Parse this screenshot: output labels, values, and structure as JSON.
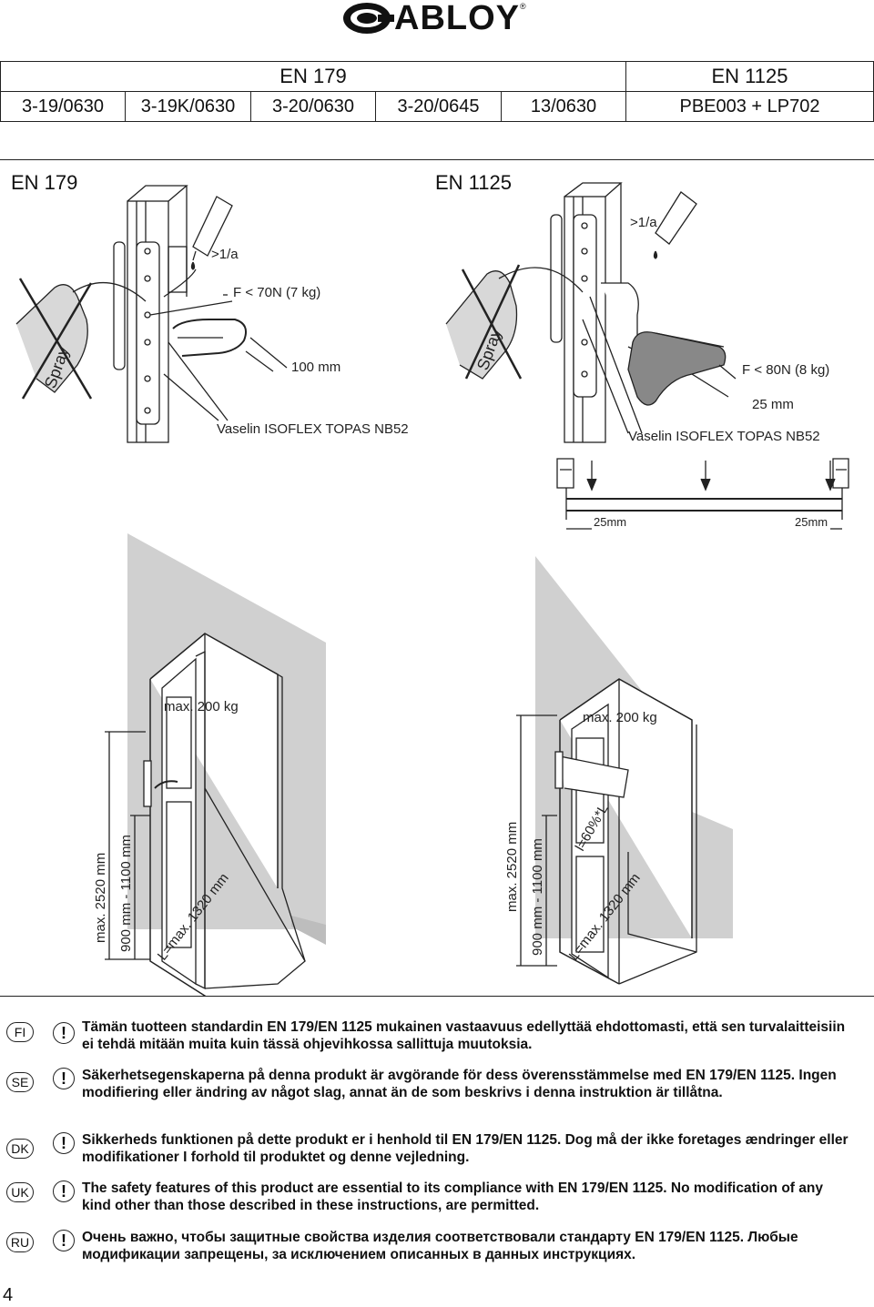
{
  "header": {
    "brand": "ABLOY",
    "reg_mark": "®"
  },
  "standards_table": {
    "groups": [
      "EN 179",
      "EN 1125"
    ],
    "models": [
      "3-19/0630",
      "3-19K/0630",
      "3-20/0630",
      "3-20/0645",
      "13/0630",
      "PBE003 + LP702"
    ]
  },
  "figure": {
    "left": {
      "title": "EN 179",
      "spray": "Spray",
      "interval": ">1/a",
      "force": "F < 70N (7 kg)",
      "distance": "100 mm",
      "lubricant": "Vaselin ISOFLEX TOPAS NB52"
    },
    "right": {
      "title": "EN 1125",
      "spray": "Spray",
      "interval": ">1/a",
      "force": "F < 80N (8 kg)",
      "distance": "25 mm",
      "lubricant": "Vaselin ISOFLEX TOPAS NB52",
      "bar_left": "25mm",
      "bar_right": "25mm"
    },
    "door_left": {
      "weight": "max. 200 kg",
      "height": "max. 2520 mm",
      "handle_height": "900 mm - 1100 mm",
      "width": "L=max. 1320 mm"
    },
    "door_right": {
      "weight": "max. 200 kg",
      "height": "max. 2520 mm",
      "handle_height": "900 mm - 1100 mm",
      "width": "L=max. 1320 mm",
      "bar_length": "l=60%*L"
    }
  },
  "warnings": [
    {
      "code": "FI",
      "text": "Tämän tuotteen standardin EN 179/EN 1125 mukainen vastaavuus edellyttää ehdottomasti, että sen turvalaitteisiin ei tehdä mitään muita kuin tässä ohjevihkossa sallittuja muutoksia."
    },
    {
      "code": "SE",
      "text": "Säkerhetsegenskaperna på denna produkt är avgörande för dess överensstämmelse med EN 179/EN 1125. Ingen modifiering eller ändring av något slag, annat än de som beskrivs i denna instruktion är tillåtna."
    },
    {
      "code": "DK",
      "text": "Sikkerheds funktionen på dette produkt er i henhold til EN 179/EN 1125. Dog må der ikke foretages ændringer eller modifikationer I forhold til produktet og denne vejledning."
    },
    {
      "code": "UK",
      "text": "The safety features of this product are essential to its compliance with EN 179/EN 1125. No modification of any kind other than those described in these instructions, are permitted."
    },
    {
      "code": "RU",
      "text": "Очень важно, чтобы защитные свойства изделия соответствовали стандарту EN 179/EN 1125. Любые модификации запрещены, за исключением описанных в данных инструкциях."
    }
  ],
  "warning_icon": "!",
  "page_number": "4"
}
